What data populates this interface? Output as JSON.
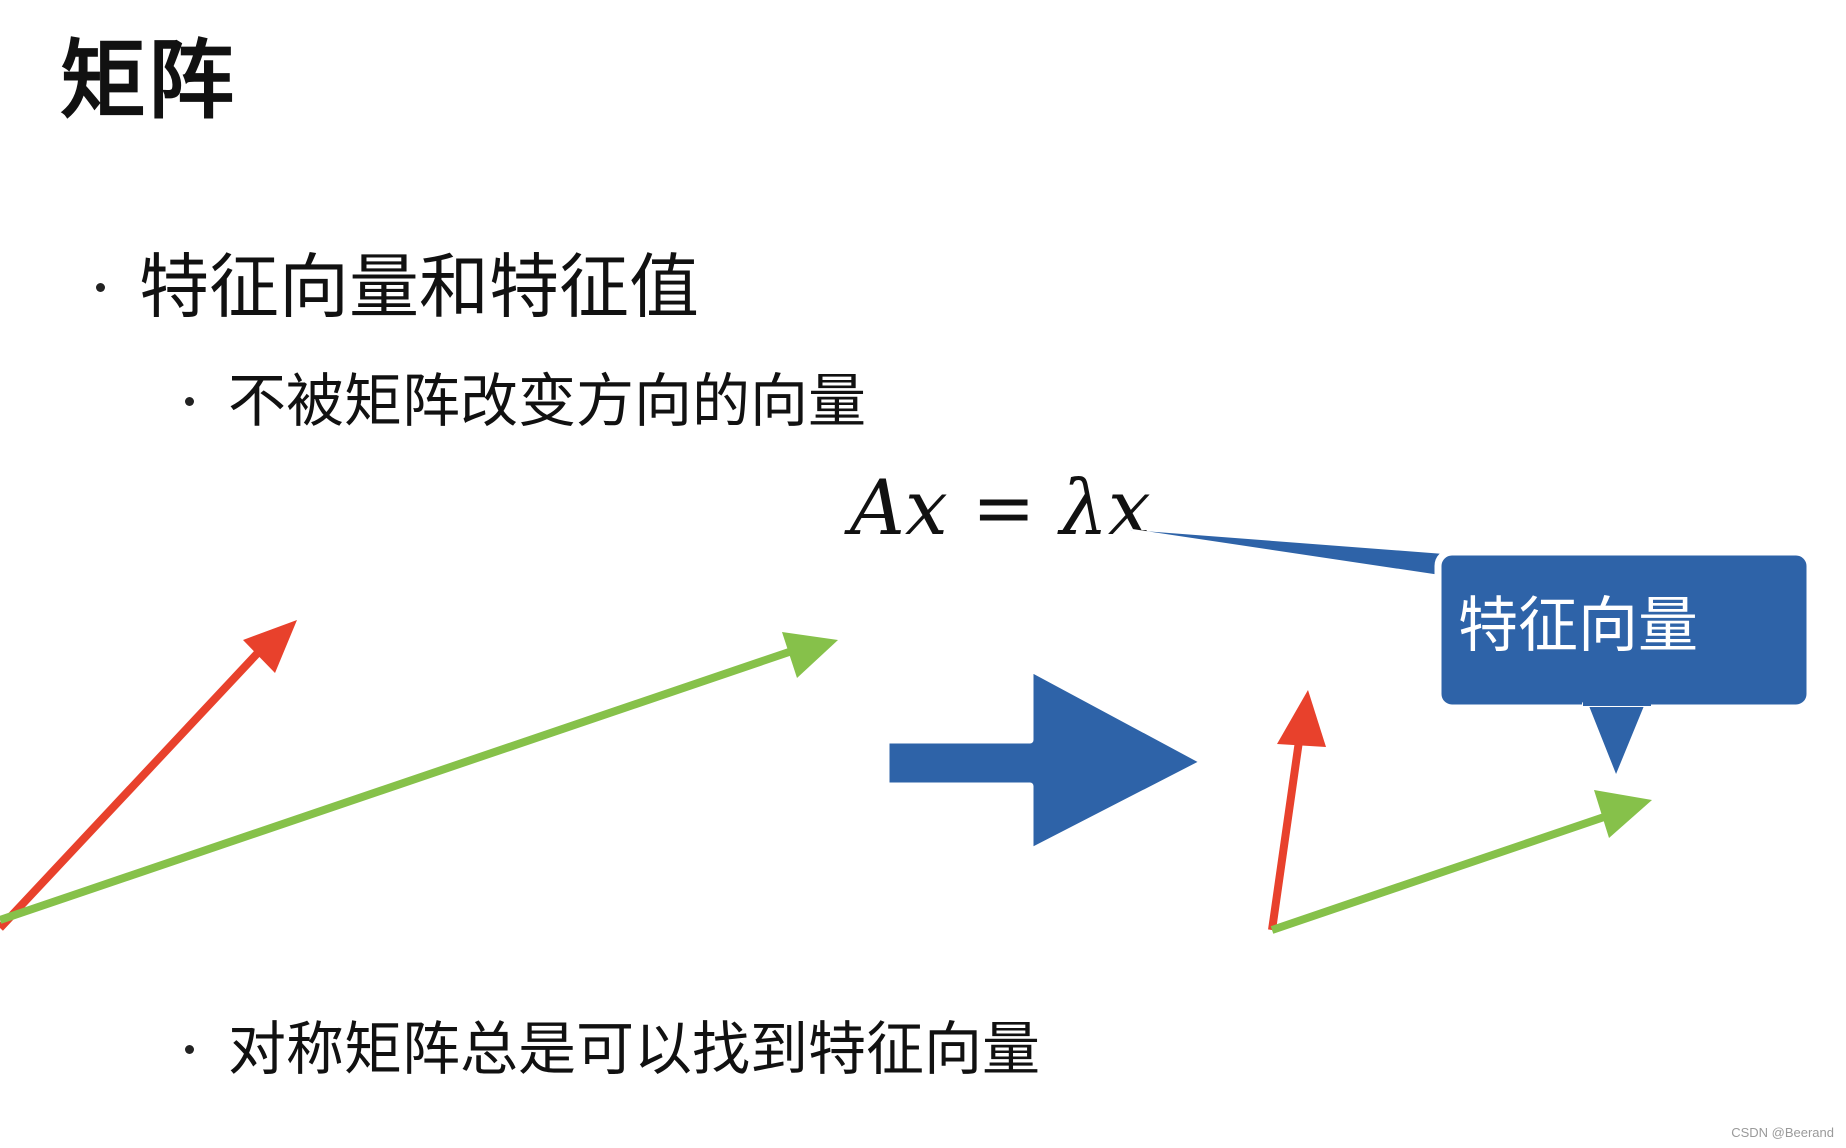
{
  "slide": {
    "title": "矩阵",
    "bullets": {
      "level1": "特征向量和特征值",
      "level2_a": "不被矩阵改变方向的向量",
      "level2_b": "对称矩阵总是可以找到特征向量"
    },
    "equation": "Ax = λx",
    "callout": {
      "label": "特征向量",
      "fill_color": "#2e63a8",
      "border_color": "#ffffff"
    },
    "transform_arrow": {
      "icon": "right-block-arrow-icon",
      "fill_color": "#2e63a8"
    },
    "vectors": {
      "red_color": "#e8412c",
      "green_color": "#86c14a"
    }
  },
  "watermark": "CSDN @Beerand"
}
